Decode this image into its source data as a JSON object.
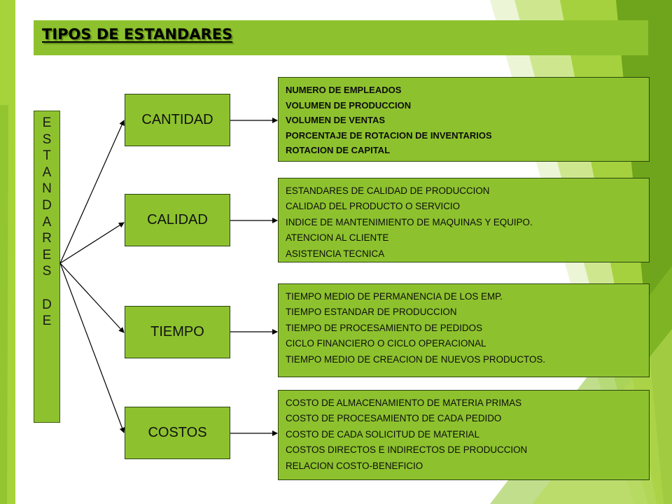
{
  "title": "TIPOS DE ESTANDARES",
  "colors": {
    "accent": "#8dc22e",
    "accent_dark": "#5e8a17",
    "border": "#2d4410"
  },
  "root_word": [
    "E",
    "S",
    "T",
    "A",
    "N",
    "D",
    "A",
    "R",
    "E",
    "S",
    "",
    "D",
    "E"
  ],
  "categories": [
    {
      "label": "CANTIDAD",
      "items": [
        "NUMERO DE EMPLEADOS",
        "VOLUMEN DE PRODUCCION",
        "VOLUMEN DE VENTAS",
        "PORCENTAJE  DE ROTACION DE INVENTARIOS",
        "ROTACION DE CAPITAL"
      ]
    },
    {
      "label": "CALIDAD",
      "items": [
        "ESTANDARES DE CALIDAD DE PRODUCCION",
        "CALIDAD DEL PRODUCTO O SERVICIO",
        "INDICE DE MANTENIMIENTO DE MAQUINAS Y EQUIPO.",
        "ATENCION AL CLIENTE",
        "ASISTENCIA TECNICA"
      ]
    },
    {
      "label": "TIEMPO",
      "items": [
        "TIEMPO MEDIO DE PERMANENCIA DE LOS EMP.",
        "TIEMPO ESTANDAR DE PRODUCCION",
        "TIEMPO DE PROCESAMIENTO DE PEDIDOS",
        "CICLO FINANCIERO O CICLO OPERACIONAL",
        "TIEMPO MEDIO DE CREACION DE NUEVOS PRODUCTOS."
      ]
    },
    {
      "label": "COSTOS",
      "items": [
        "COSTO DE ALMACENAMIENTO DE MATERIA PRIMAS",
        "COSTO DE PROCESAMIENTO DE CADA PEDIDO",
        "COSTO DE CADA SOLICITUD DE MATERIAL",
        "COSTOS DIRECTOS E INDIRECTOS DE PRODUCCION",
        "RELACION COSTO-BENEFICIO"
      ]
    }
  ]
}
